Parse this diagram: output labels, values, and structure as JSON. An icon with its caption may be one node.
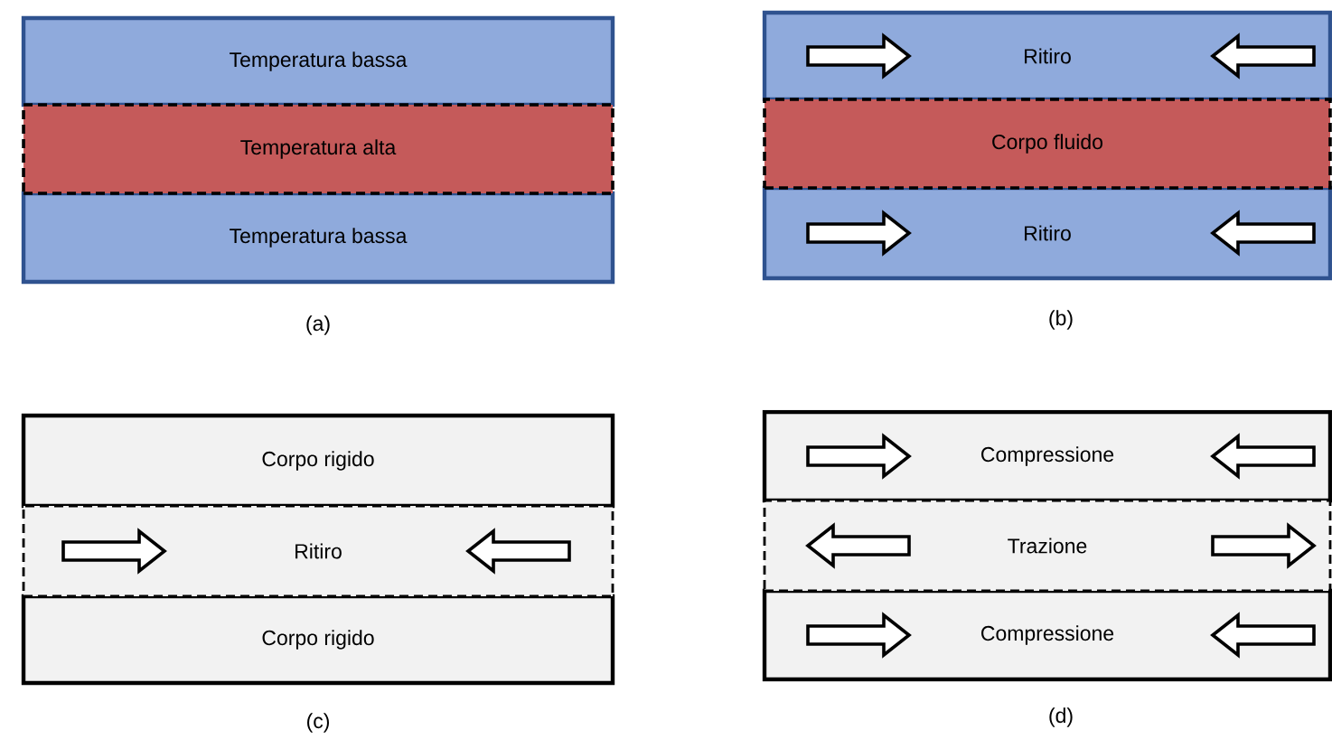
{
  "diagram": {
    "nodes": [
      {
        "text": [
          "Temperatura bassa"
        ]
      },
      {
        "text": [
          "Temperatura alta"
        ]
      },
      {
        "text": [
          "Temperatura bassa"
        ]
      },
      {
        "text": [
          "Ritiro"
        ]
      },
      {
        "text": [
          "Corpo fluido"
        ]
      },
      {
        "text": [
          "Ritiro"
        ]
      },
      {
        "text": [
          "Corpo rigido"
        ]
      },
      {
        "text": [
          "Ritiro"
        ]
      },
      {
        "text": [
          "Corpo rigido"
        ]
      },
      {
        "text": [
          "Compressione"
        ]
      },
      {
        "text": [
          "Trazione"
        ]
      },
      {
        "text": [
          "Compressione"
        ]
      }
    ],
    "labels": [
      "(a)",
      "(b)",
      "(c)",
      "(d)"
    ]
  }
}
